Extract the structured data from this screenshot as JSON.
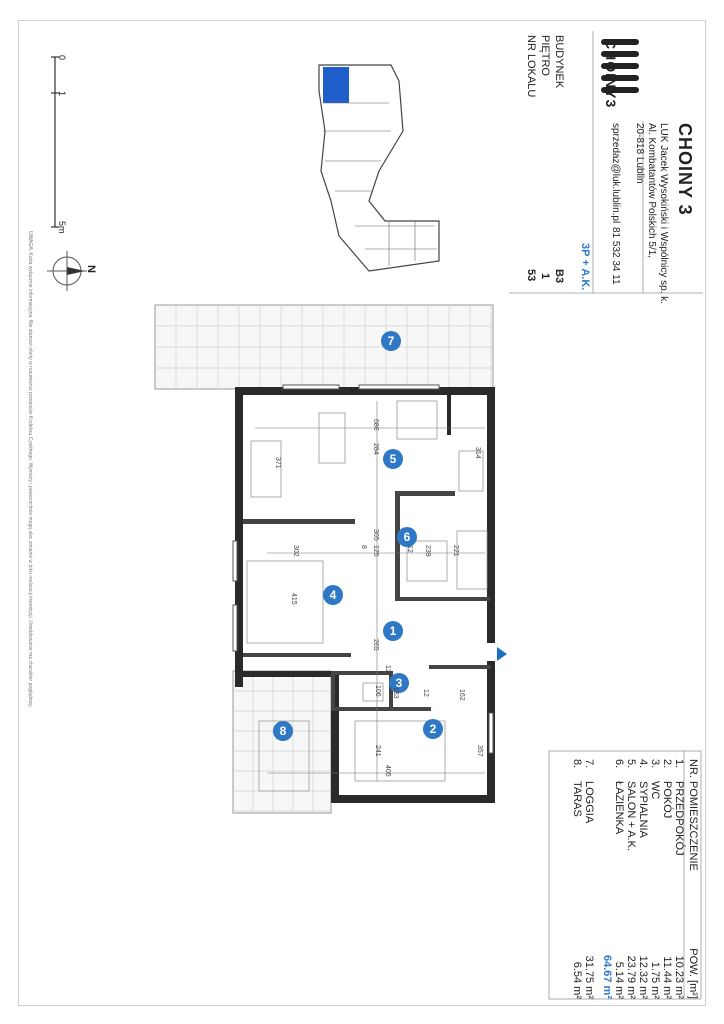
{
  "header": {
    "title": "CHOINY 3",
    "company_name": "LUK Jacek Wysokiński i Wspólnicy sp. k.",
    "address_line1": "Al. Kombatantów Polskich 5/1,",
    "address_line2": "20-818 Lublin",
    "phone": "81 532 34 11",
    "email": "sprzedaz@luk.lublin.pl",
    "logo_text": "CHOINY3"
  },
  "unit": {
    "type_label": "3P + A.K.",
    "fields": [
      {
        "label": "BUDYNEK",
        "value": "B3"
      },
      {
        "label": "PIĘTRO",
        "value": "1"
      },
      {
        "label": "NR LOKALU",
        "value": "53"
      }
    ]
  },
  "rooms_table": {
    "headers": {
      "nr": "NR.",
      "name": "POMIESZCZENIE",
      "area": "POW. [m²]"
    },
    "rows": [
      {
        "nr": "1.",
        "name": "PRZEDPOKÓJ",
        "area": "10.23 m²"
      },
      {
        "nr": "2.",
        "name": "POKÓJ",
        "area": "11.44 m²"
      },
      {
        "nr": "3.",
        "name": "WC",
        "area": "1.75 m²"
      },
      {
        "nr": "4.",
        "name": "SYPIALNIA",
        "area": "12.32 m²"
      },
      {
        "nr": "5.",
        "name": "SALON + A.K.",
        "area": "23.79 m²"
      },
      {
        "nr": "6.",
        "name": "ŁAZIENKA",
        "area": "5.14 m²"
      }
    ],
    "total": "64.67 m²",
    "extra_rows": [
      {
        "nr": "7.",
        "name": "LOGGIA",
        "area": "31.75 m²"
      },
      {
        "nr": "8.",
        "name": "TARAS",
        "area": "6.54 m²"
      }
    ]
  },
  "scale": {
    "zero": "0",
    "one": "1",
    "five": "5m"
  },
  "compass": {
    "north": "N"
  },
  "dimensions": [
    "686",
    "284",
    "371",
    "314",
    "305",
    "302",
    "125",
    "239",
    "12",
    "221",
    "415",
    "8",
    "265",
    "12",
    "183",
    "106",
    "12",
    "162",
    "241",
    "357",
    "405"
  ],
  "room_badges": [
    "1",
    "2",
    "3",
    "4",
    "5",
    "6",
    "7",
    "8"
  ],
  "footer_note": "UWAGA: Karta wyłącznie informacyjna. Nie stanowi oferty w rozumieniu przepisów Kodeksu Cywilnego. Wymiary i powierzchnie mogą ulec zmianie w toku realizacji inwestycji. Umeblowanie ma charakter poglądowy.",
  "colors": {
    "accent": "#2e78c5",
    "wall": "#2a2a2a",
    "pin": "#1d6fc2",
    "minimap_highlight": "#1f5fcc"
  }
}
